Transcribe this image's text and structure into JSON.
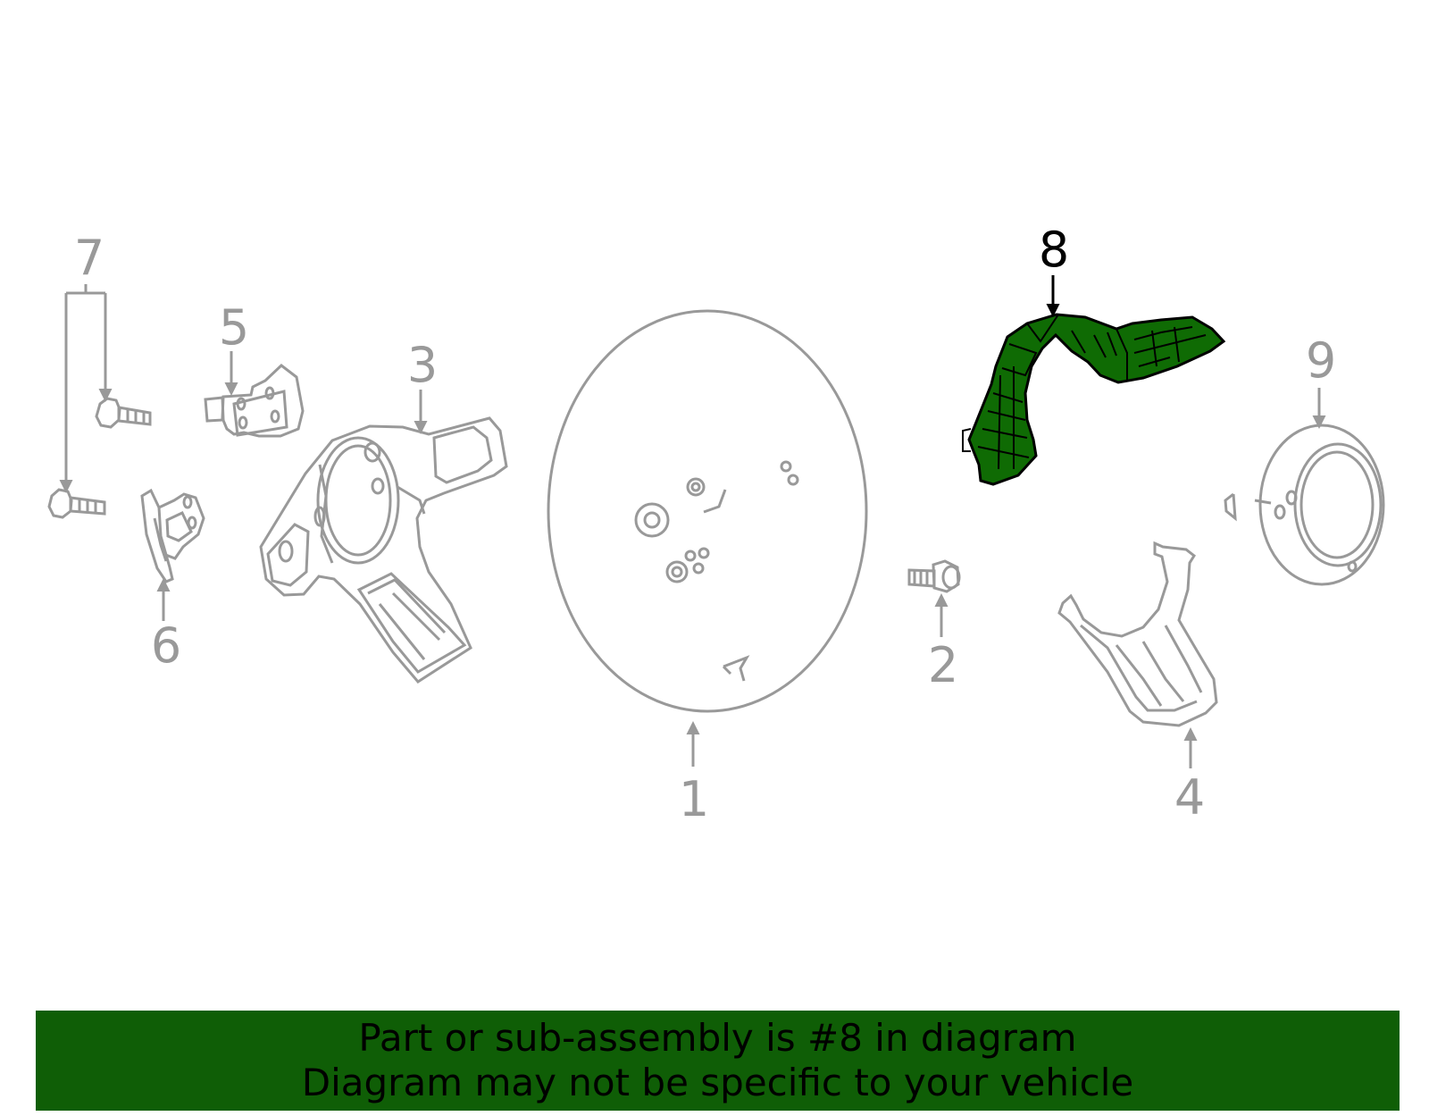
{
  "colors": {
    "part_line": "#999999",
    "highlight_fill": "#0f6b04",
    "highlight_stroke": "#000000",
    "banner_bg": "#0f5e06",
    "banner_text": "#000000"
  },
  "callouts": {
    "c1": "1",
    "c2": "2",
    "c3": "3",
    "c4": "4",
    "c5": "5",
    "c6": "6",
    "c7": "7",
    "c8": "8",
    "c9": "9"
  },
  "highlighted_part": "8",
  "banner": {
    "line1": "Part or sub-assembly is #8 in diagram",
    "line2": "Diagram may not be specific to your vehicle"
  }
}
